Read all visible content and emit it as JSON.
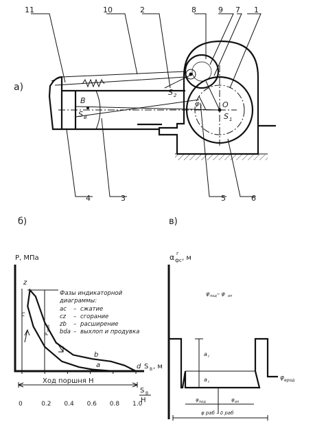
{
  "part_a": {
    "label": "а)",
    "callouts": [
      "11",
      "10",
      "2",
      "8",
      "9",
      "7",
      "1",
      "4",
      "3",
      "5",
      "6"
    ],
    "letters": {
      "B": "B",
      "S_B": "S",
      "S_B_sub": "B",
      "S_2": "S",
      "S_2_sub": "2",
      "O": "O",
      "S_1": "S",
      "S_1_sub": "1",
      "phi": "φ",
      "phi_sub": "1"
    }
  },
  "part_b": {
    "label": "б)",
    "y_label": "P, МПа",
    "x_label": "S",
    "x_label_sub": "В",
    "x_unit": ", м",
    "stroke_label": "Ход поршня H",
    "ratio_num": "S",
    "ratio_num_sub": "В",
    "ratio_den": "H",
    "pmax_label": "P",
    "pmax_sub": "max",
    "point_labels": {
      "z": "z",
      "c": "c",
      "b": "b",
      "a": "a",
      "d": "d"
    },
    "legend": {
      "title_1": "Фазы индикаторной",
      "title_2": "диаграммы:",
      "rows": [
        {
          "key": "ac",
          "dash": "–",
          "text": "сжатие"
        },
        {
          "key": "cz",
          "dash": "–",
          "text": "сгорание"
        },
        {
          "key": "zb",
          "dash": "–",
          "text": "расширение"
        },
        {
          "key": "bda",
          "dash": "–",
          "text": "выхлоп и продувка"
        }
      ]
    }
  },
  "part_v": {
    "label": "в)",
    "y_label_1": "α",
    "y_label_1_sub": "фс",
    "y_label_1_sup": "г",
    "y_label_2": ", м",
    "phase_label_1": "φ",
    "phase_label_1_sub": "под",
    "phase_label_1_mid": " – φ",
    "phase_label_1_sub2": "оп",
    "a1": "a",
    "a1_sub": "г",
    "a2": "a",
    "a2_sub": "г",
    "phi_rod": "φ",
    "phi_rod_sub": "ерод",
    "phi_pod": "φ",
    "phi_pod_sub": "под",
    "phi_op": "φ",
    "phi_op_sub": "оп",
    "bottom": "φ раб – δ раб"
  },
  "chart_data": {
    "type": "line",
    "title": "",
    "xlabel": "S_В / H",
    "ylabel": "P, МПа",
    "xlim": [
      0,
      1.0
    ],
    "x_ticks": [
      "0",
      "0.2",
      "0.4",
      "0.6",
      "0.8",
      "1.0"
    ],
    "series": [
      {
        "points": [
          [
            1.0,
            0.0
          ],
          [
            0.9,
            0.0
          ],
          [
            0.8,
            0.0
          ],
          [
            0.62,
            0.02
          ],
          [
            0.5,
            0.05
          ],
          [
            0.35,
            0.12
          ],
          [
            0.2,
            0.3
          ],
          [
            0.1,
            0.55
          ],
          [
            0.05,
            0.8
          ],
          [
            0.07,
            1.0
          ],
          [
            0.12,
            0.92
          ],
          [
            0.2,
            0.6
          ],
          [
            0.3,
            0.35
          ],
          [
            0.45,
            0.2
          ],
          [
            0.62,
            0.15
          ],
          [
            0.78,
            0.12
          ],
          [
            0.9,
            0.07
          ],
          [
            1.0,
            0.0
          ]
        ]
      }
    ]
  }
}
